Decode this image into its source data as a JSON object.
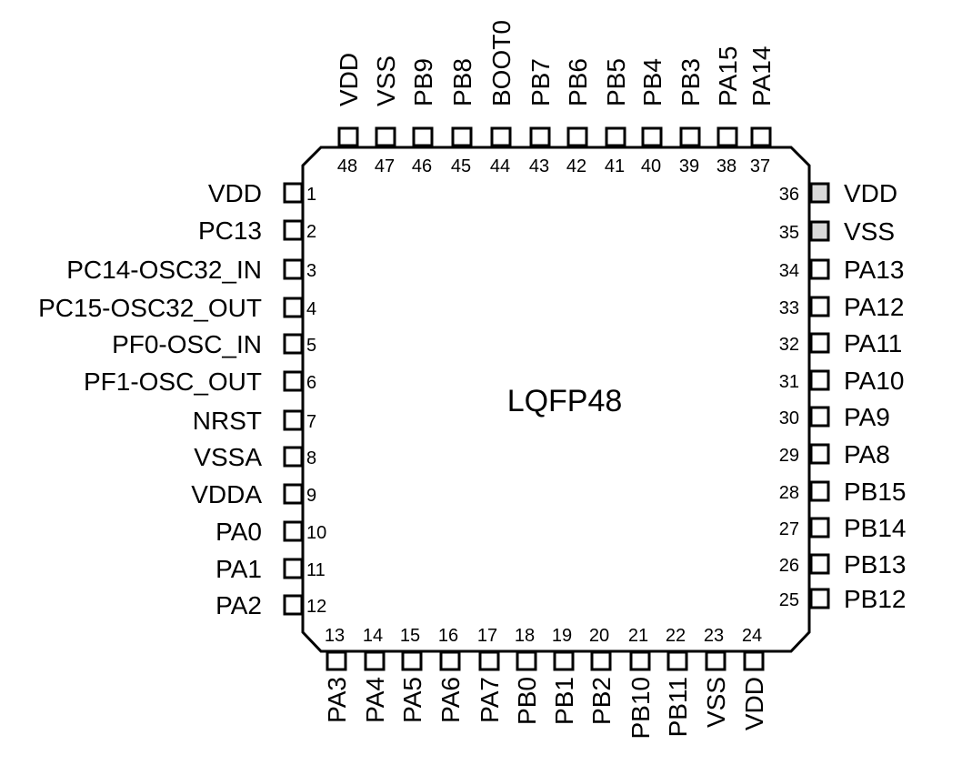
{
  "package": {
    "name": "LQFP48"
  },
  "colors": {
    "line": "#000000",
    "pad_fill": "#ffffff",
    "shaded_pad_fill": "#d9d9d9"
  },
  "pins": {
    "left": [
      {
        "number": "1",
        "label": "VDD"
      },
      {
        "number": "2",
        "label": "PC13"
      },
      {
        "number": "3",
        "label": "PC14-OSC32_IN"
      },
      {
        "number": "4",
        "label": "PC15-OSC32_OUT"
      },
      {
        "number": "5",
        "label": "PF0-OSC_IN"
      },
      {
        "number": "6",
        "label": "PF1-OSC_OUT"
      },
      {
        "number": "7",
        "label": "NRST"
      },
      {
        "number": "8",
        "label": "VSSA"
      },
      {
        "number": "9",
        "label": "VDDA"
      },
      {
        "number": "10",
        "label": "PA0"
      },
      {
        "number": "11",
        "label": "PA1"
      },
      {
        "number": "12",
        "label": "PA2"
      }
    ],
    "bottom": [
      {
        "number": "13",
        "label": "PA3"
      },
      {
        "number": "14",
        "label": "PA4"
      },
      {
        "number": "15",
        "label": "PA5"
      },
      {
        "number": "16",
        "label": "PA6"
      },
      {
        "number": "17",
        "label": "PA7"
      },
      {
        "number": "18",
        "label": "PB0"
      },
      {
        "number": "19",
        "label": "PB1"
      },
      {
        "number": "20",
        "label": "PB2"
      },
      {
        "number": "21",
        "label": "PB10"
      },
      {
        "number": "22",
        "label": "PB11"
      },
      {
        "number": "23",
        "label": "VSS"
      },
      {
        "number": "24",
        "label": "VDD"
      }
    ],
    "right": [
      {
        "number": "25",
        "label": "PB12",
        "shaded": false
      },
      {
        "number": "26",
        "label": "PB13",
        "shaded": false
      },
      {
        "number": "27",
        "label": "PB14",
        "shaded": false
      },
      {
        "number": "28",
        "label": "PB15",
        "shaded": false
      },
      {
        "number": "29",
        "label": "PA8",
        "shaded": false
      },
      {
        "number": "30",
        "label": "PA9",
        "shaded": false
      },
      {
        "number": "31",
        "label": "PA10",
        "shaded": false
      },
      {
        "number": "32",
        "label": "PA11",
        "shaded": false
      },
      {
        "number": "33",
        "label": "PA12",
        "shaded": false
      },
      {
        "number": "34",
        "label": "PA13",
        "shaded": false
      },
      {
        "number": "35",
        "label": "VSS",
        "shaded": true
      },
      {
        "number": "36",
        "label": "VDD",
        "shaded": true
      }
    ],
    "top": [
      {
        "number": "37",
        "label": "PA14"
      },
      {
        "number": "38",
        "label": "PA15"
      },
      {
        "number": "39",
        "label": "PB3"
      },
      {
        "number": "40",
        "label": "PB4"
      },
      {
        "number": "41",
        "label": "PB5"
      },
      {
        "number": "42",
        "label": "PB6"
      },
      {
        "number": "43",
        "label": "PB7"
      },
      {
        "number": "44",
        "label": "BOOT0"
      },
      {
        "number": "45",
        "label": "PB8"
      },
      {
        "number": "46",
        "label": "PB9"
      },
      {
        "number": "47",
        "label": "VSS"
      },
      {
        "number": "48",
        "label": "VDD"
      }
    ]
  }
}
